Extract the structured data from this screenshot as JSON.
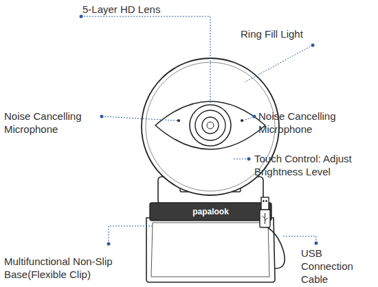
{
  "diagram": {
    "labels": [
      "5-Layer HD Lens",
      "Ring Fill Light",
      "Noise Cancelling Microphone",
      "Noise Cancelling Microphone",
      "Touch Control: Adjust Brightness Level",
      "papalook",
      "Multifunctional Non-Slip Base(Flexible Clip)",
      "USB Connection Cable"
    ]
  }
}
